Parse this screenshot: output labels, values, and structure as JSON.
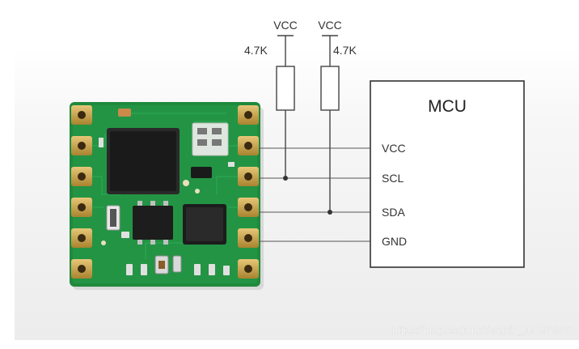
{
  "diagram": {
    "supply_labels": [
      "VCC",
      "VCC"
    ],
    "resistor_labels": [
      "4.7K",
      "4.7K"
    ],
    "mcu": {
      "title": "MCU",
      "pins": [
        "VCC",
        "SCL",
        "SDA",
        "GND"
      ]
    },
    "watermark": "https://blog.csdn.net/weixin_45751396"
  },
  "colors": {
    "background_top": "#ffffff",
    "background_bottom": "#eeeeee",
    "pcb_green": "#1f8a3c",
    "pad_gold": "#c9a24a",
    "chip_black": "#222222",
    "wire": "#555555"
  }
}
